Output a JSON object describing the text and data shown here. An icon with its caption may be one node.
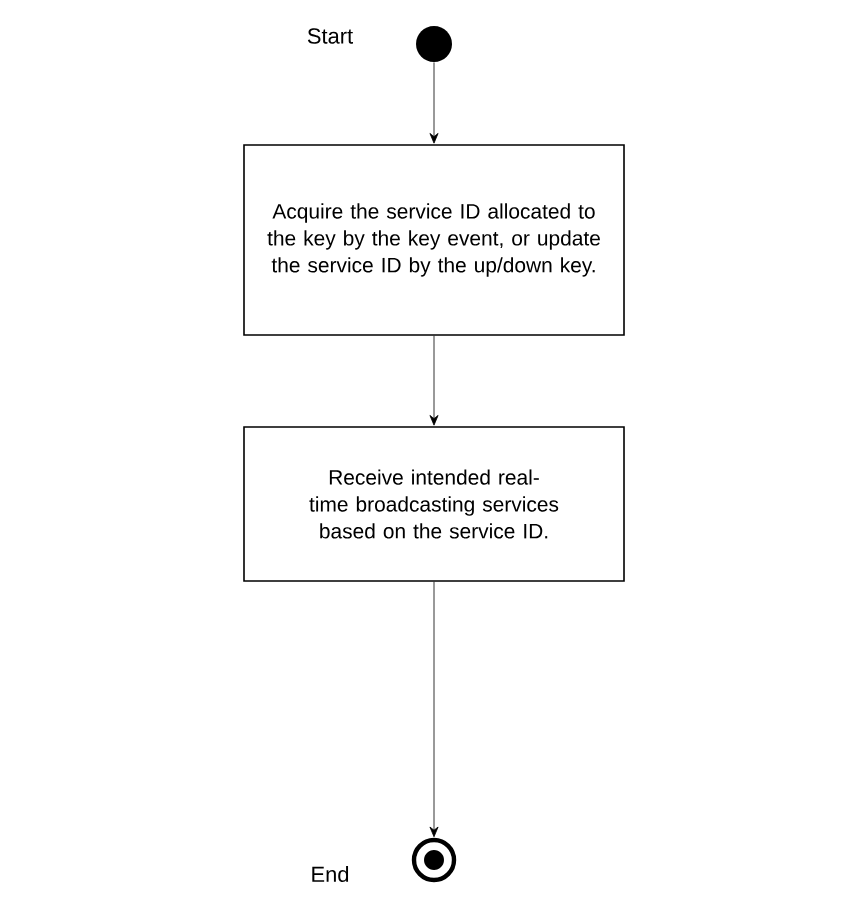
{
  "diagram": {
    "nodes": [
      {
        "text": [],
        "shape": "circle",
        "beside": [
          "Start"
        ]
      },
      {
        "text": [
          "Acquire the service ID allocated to the key by the key event, or update the service ID by the up/down key."
        ]
      },
      {
        "text": [
          "Receive intended real-time broadcasting services based on the service ID."
        ]
      },
      {
        "text": [],
        "shape": "bullseye",
        "beside": [
          "End"
        ]
      }
    ],
    "edges": [
      {
        "from": 0,
        "to": 1,
        "arrow": "to"
      },
      {
        "from": 1,
        "to": 2,
        "arrow": "to"
      },
      {
        "from": 2,
        "to": 3,
        "arrow": "to"
      }
    ]
  }
}
